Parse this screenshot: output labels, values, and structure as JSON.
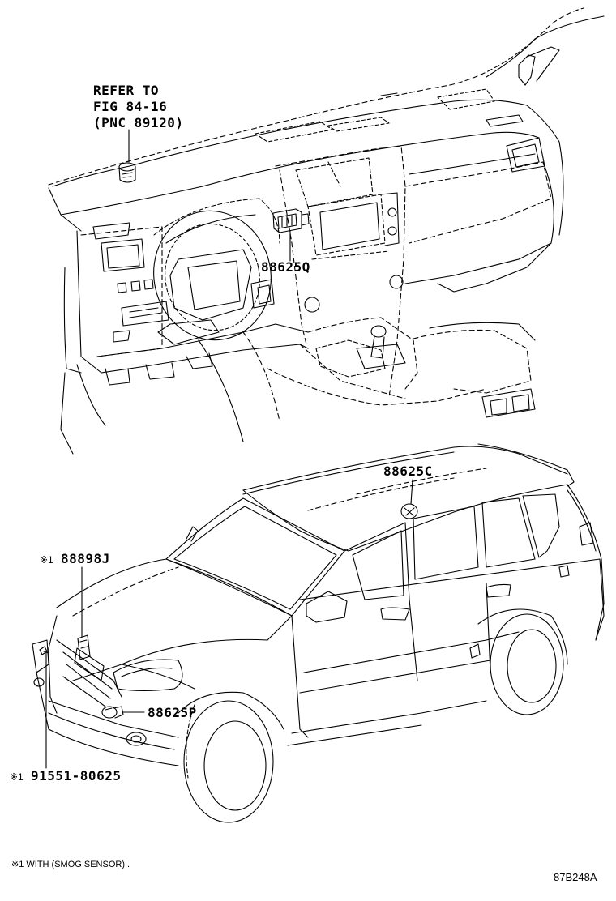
{
  "refer": {
    "line1": "REFER TO",
    "line2": "FIG 84-16",
    "line3": "(PNC 89120)"
  },
  "callouts": {
    "dash_sensor": "88625Q",
    "roof_sensor": "88625C",
    "smog_sensor_mark": "※1",
    "smog_sensor": "88898J",
    "bumper_sensor": "88625P",
    "clip_mark": "※1",
    "clip": "91551-80625"
  },
  "footnote": "※1 WITH (SMOG SENSOR) .",
  "figure_id": "87B248A"
}
